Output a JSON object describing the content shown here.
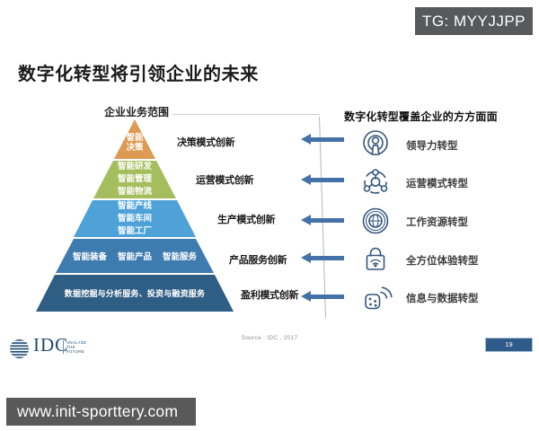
{
  "watermarks": {
    "top": "TG: MYYJJPP",
    "bottom": "www.init-sporttery.com"
  },
  "slide": {
    "title": "数字化转型将引领企业的未来",
    "pyramid": {
      "header": "企业业务范围",
      "levels": [
        {
          "color": "#dc9a52",
          "lines": [
            "智能",
            "决策"
          ],
          "innovation": "决策模式创新"
        },
        {
          "color": "#a5be5d",
          "lines": [
            "智能研发",
            "智能管理",
            "智能物流"
          ],
          "innovation": "运营模式创新"
        },
        {
          "color": "#4fa2d7",
          "lines": [
            "智能产线",
            "智能车间",
            "智能工厂"
          ],
          "innovation": "生产模式创新"
        },
        {
          "color": "#3e7cb0",
          "items": [
            "智能装备",
            "智能产品",
            "智能服务"
          ],
          "innovation": "产品服务创新"
        },
        {
          "color": "#2f5e84",
          "lines": [
            "数据挖掘与分析服务、投资与融资服务"
          ],
          "innovation": "盈利模式创新"
        }
      ]
    },
    "right_panel": {
      "header": "数字化转型覆盖企业的方方面面",
      "arrow_color": "#4472a8",
      "items": [
        {
          "icon": "podcast-person-icon",
          "label": "领导力转型"
        },
        {
          "icon": "network-nodes-icon",
          "label": "运营模式转型"
        },
        {
          "icon": "globe-icon",
          "label": "工作资源转型"
        },
        {
          "icon": "shopping-bag-wifi-icon",
          "label": "全方位体验转型"
        },
        {
          "icon": "data-dice-signal-icon",
          "label": "信息与数据转型"
        }
      ]
    },
    "footer": {
      "logo_text": "IDC",
      "logo_tagline": "ANALYZE THE FUTURE",
      "source": "Source : IDC , 2017",
      "page_number": "19"
    }
  },
  "colors": {
    "watermark_gray": "#595959",
    "page_box_blue": "#2e5b8a",
    "idc_navy": "#1e4a72"
  }
}
